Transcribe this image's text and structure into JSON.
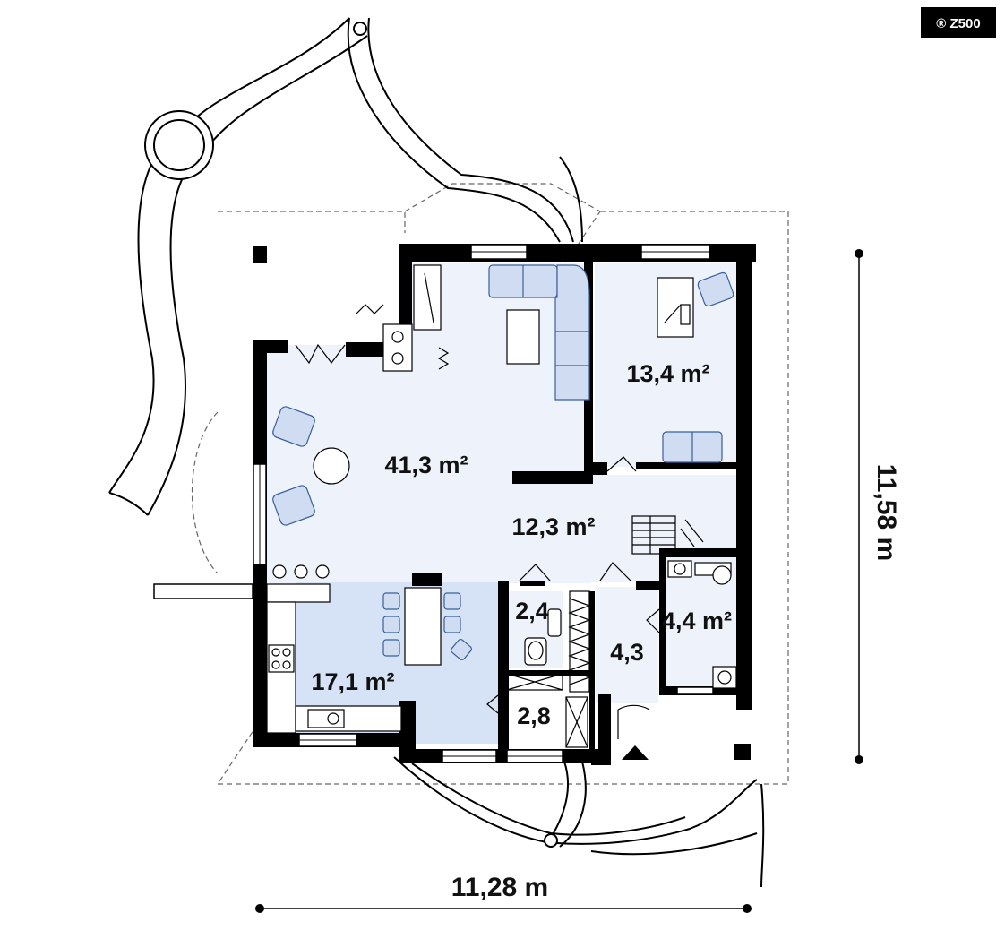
{
  "plan": {
    "badge": "® Z500",
    "width_dimension": "11,28 m",
    "depth_dimension": "11,58 m"
  },
  "rooms": {
    "living": "41,3 m²",
    "office": "13,4 m²",
    "hall": "12,3 m²",
    "kitchen_dining": "17,1 m²",
    "wc": "2,4",
    "bathroom": "4,4 m²",
    "vestibule": "4,3",
    "storage": "2,8"
  },
  "colors": {
    "wall": "#000000",
    "floor": "#eff3fb",
    "dining_floor": "#d5e1f5",
    "furniture": "#cfdcf2",
    "furniture_stroke": "#3a5f9a",
    "outline_dashed": "#555555"
  },
  "note": ""
}
